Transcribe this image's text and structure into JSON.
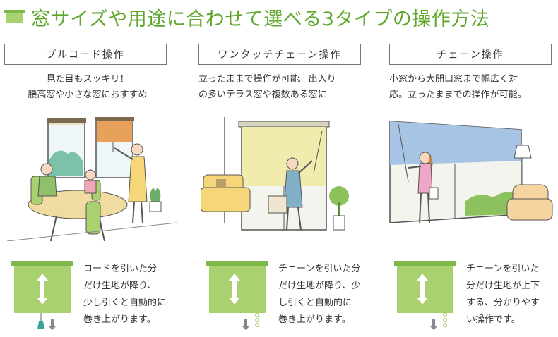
{
  "header": {
    "title": "窓サイズや用途に合わせて選べる3タイプの操作方法"
  },
  "colors": {
    "accent": "#5ea72b",
    "blind_green": "#a9d16f",
    "blind_yellow": "#f1ecae",
    "blind_blue": "#a7c4e5",
    "blind_orange": "#e8a15a"
  },
  "types": [
    {
      "label": "プルコード操作",
      "desc": [
        "見た目もスッキリ！",
        "腰高窓や小さな窓におすすめ"
      ],
      "mech": [
        "コードを引いた分",
        "だけ生地が降り、",
        "少し引くと自動的に",
        "巻き上がります。"
      ],
      "icon": "pull-cord-icon"
    },
    {
      "label": "ワンタッチチェーン操作",
      "desc": [
        "立ったままで操作が可能。出入り",
        "の多いテラス窓や複数ある窓に"
      ],
      "mech": [
        "チェーンを引いた分",
        "だけ生地が降り、少",
        "し引くと自動的に",
        "巻き上がります。"
      ],
      "icon": "one-touch-chain-icon"
    },
    {
      "label": "チェーン操作",
      "desc": [
        "小窓から大開口窓まで幅広く対",
        "応。立ったままでの操作が可能。"
      ],
      "mech": [
        "チェーンを引いた",
        "分だけ生地が上下",
        "する、分かりやす",
        "い操作です。"
      ],
      "icon": "chain-icon"
    }
  ]
}
